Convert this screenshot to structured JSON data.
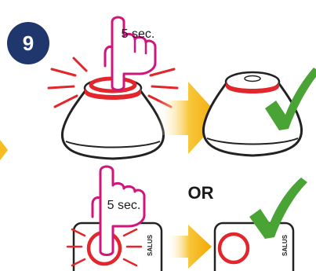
{
  "step_number": "9",
  "top_row": {
    "press_duration": "5 sec."
  },
  "separator": "OR",
  "bottom_row": {
    "press_duration": "5 sec.",
    "brand": "SALUS"
  },
  "colors": {
    "step_badge": "#20376e",
    "finger_outline": "#d0157d",
    "ring_red": "#e3262b",
    "arrow": "#f4b400",
    "check_green": "#4aa335",
    "outline": "#222222"
  },
  "icons": [
    "pointing-hand-icon",
    "check-mark-icon",
    "arrow-right-icon"
  ]
}
